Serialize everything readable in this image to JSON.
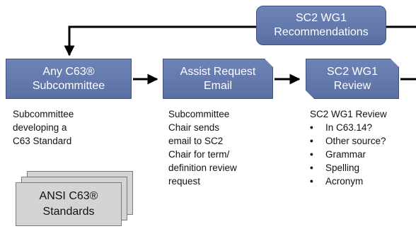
{
  "nodes": {
    "recommendations": {
      "lines": [
        "SC2 WG1",
        "Recommendations"
      ]
    },
    "subcommittee": {
      "lines": [
        "Any C63®",
        "Subcommittee"
      ]
    },
    "assist_email": {
      "lines": [
        "Assist Request",
        "Email"
      ]
    },
    "wg1_review": {
      "lines": [
        "SC2 WG1",
        "Review"
      ]
    },
    "standards": {
      "lines": [
        "ANSI C63®",
        "Standards"
      ]
    }
  },
  "descriptions": {
    "subcommittee": [
      "Subcommittee",
      "developing a",
      "C63 Standard"
    ],
    "assist_email": [
      "Subcommittee",
      "Chair sends",
      "email to SC2",
      "Chair for term/",
      "definition review",
      "request"
    ],
    "wg1_review": {
      "title": "SC2 WG1 Review",
      "items": [
        "In C63.14?",
        "Other source?",
        "Grammar",
        "Spelling",
        "Acronym"
      ]
    }
  },
  "colors": {
    "box_fill": "#5f75a8",
    "box_border": "#3f5283",
    "arrow": "#000000",
    "document_fill": "#d4d4d4"
  }
}
